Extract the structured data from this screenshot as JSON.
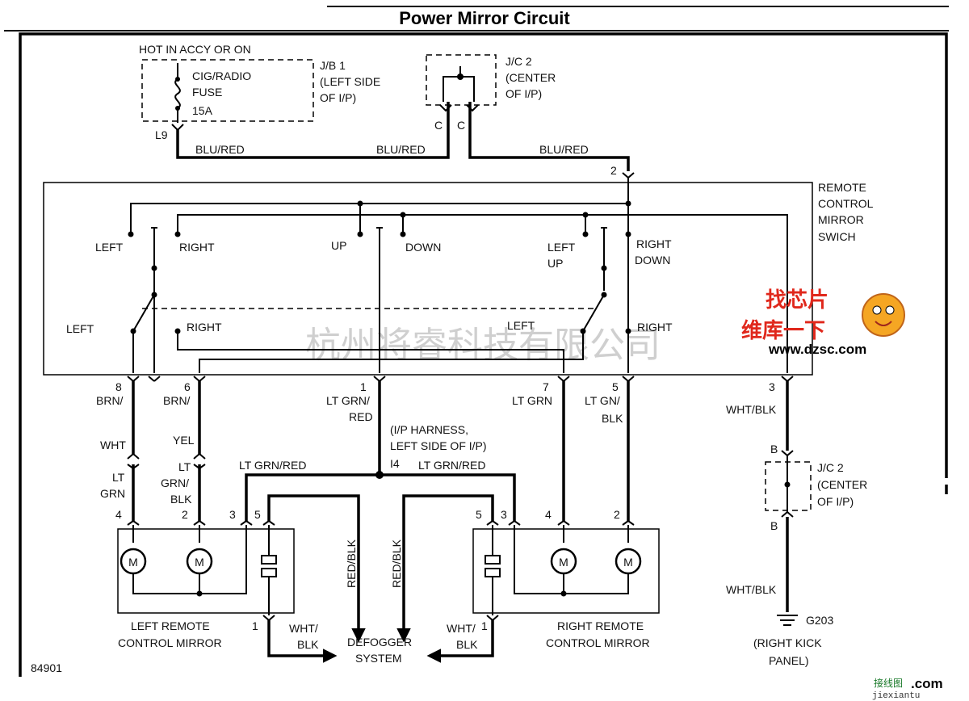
{
  "title": "Power Mirror Circuit",
  "figure_id": "84901",
  "fuse_block": {
    "supply": "HOT IN ACCY OR ON",
    "fuse_name": "CIG/RADIO",
    "fuse_word": "FUSE",
    "rating": "15A",
    "jb_line1": "J/B 1",
    "jb_line2": "(LEFT SIDE",
    "jb_line3": "OF I/P)",
    "terminal": "L9"
  },
  "jc2_top": {
    "line1": "J/C 2",
    "line2": "(CENTER",
    "line3": "OF I/P)",
    "pin_a": "C",
    "pin_b": "C"
  },
  "wires_top": {
    "w1": "BLU/RED",
    "w2": "BLU/RED",
    "w3": "BLU/RED",
    "pin_2": "2"
  },
  "switch": {
    "name_line1": "REMOTE",
    "name_line2": "CONTROL",
    "name_line3": "MIRROR",
    "name_line4": "SWICH",
    "labels": {
      "left": "LEFT",
      "right": "RIGHT",
      "up": "UP",
      "down": "DOWN",
      "left2": "LEFT",
      "up2": "UP",
      "right2": "RIGHT",
      "down2": "DOWN",
      "sel_left": "LEFT",
      "sel_right": "RIGHT",
      "sel_left2": "LEFT",
      "sel_right2": "RIGHT"
    }
  },
  "pins_switch": {
    "p8": "8",
    "p6": "6",
    "p1": "1",
    "p7": "7",
    "p5": "5",
    "p3": "3"
  },
  "wire_labels": {
    "brn1": "BRN/",
    "wht": "WHT",
    "lt1": "LT",
    "grn1": "GRN",
    "brn2": "BRN/",
    "yel": "YEL",
    "lt2": "LT",
    "grnblk": "GRN/",
    "blk2": "BLK",
    "ltgrn_a": "LT GRN/",
    "red_a": "RED",
    "ltgrn7": "LT GRN",
    "ltgn5": "LT GN/",
    "blk5": "BLK",
    "whtblk_top": "WHT/BLK",
    "ltgrnred_l": "LT GRN/RED",
    "ltgrnred_r": "LT GRN/RED",
    "redblk_l": "RED/BLK",
    "redblk_r": "RED/BLK",
    "whtblk_bot": "WHT/BLK"
  },
  "splice": {
    "line1": "(I/P HARNESS,",
    "line2": "LEFT SIDE OF I/P)",
    "id": "I4"
  },
  "jc2_right": {
    "line1": "J/C 2",
    "line2": "(CENTER",
    "line3": "OF I/P)",
    "pin_top": "B",
    "pin_bot": "B",
    "pin_3": "3"
  },
  "left_mirror": {
    "name_line1": "LEFT REMOTE",
    "name_line2": "CONTROL MIRROR",
    "pin4": "4",
    "pin2": "2",
    "pin3": "3",
    "pin5": "5",
    "pin1": "1",
    "wht": "WHT/",
    "blk": "BLK",
    "motor": "M"
  },
  "right_mirror": {
    "name_line1": "RIGHT REMOTE",
    "name_line2": "CONTROL MIRROR",
    "pin5": "5",
    "pin3": "3",
    "pin4": "4",
    "pin2": "2",
    "pin1": "1",
    "wht": "WHT/",
    "blk": "BLK",
    "motor": "M"
  },
  "defogger": {
    "line1": "DEFOGGER",
    "line2": "SYSTEM"
  },
  "ground": {
    "id": "G203",
    "line1": "(RIGHT KICK",
    "line2": "PANEL)"
  },
  "watermark": "杭州将睿科技有限公司",
  "logo": {
    "top": "找芯片",
    "middle": "维库一下",
    "url": "www.dzsc.com",
    "corner_cn": "接线图",
    "corner_url": "jiexiantu",
    "corner_com": ".com"
  }
}
